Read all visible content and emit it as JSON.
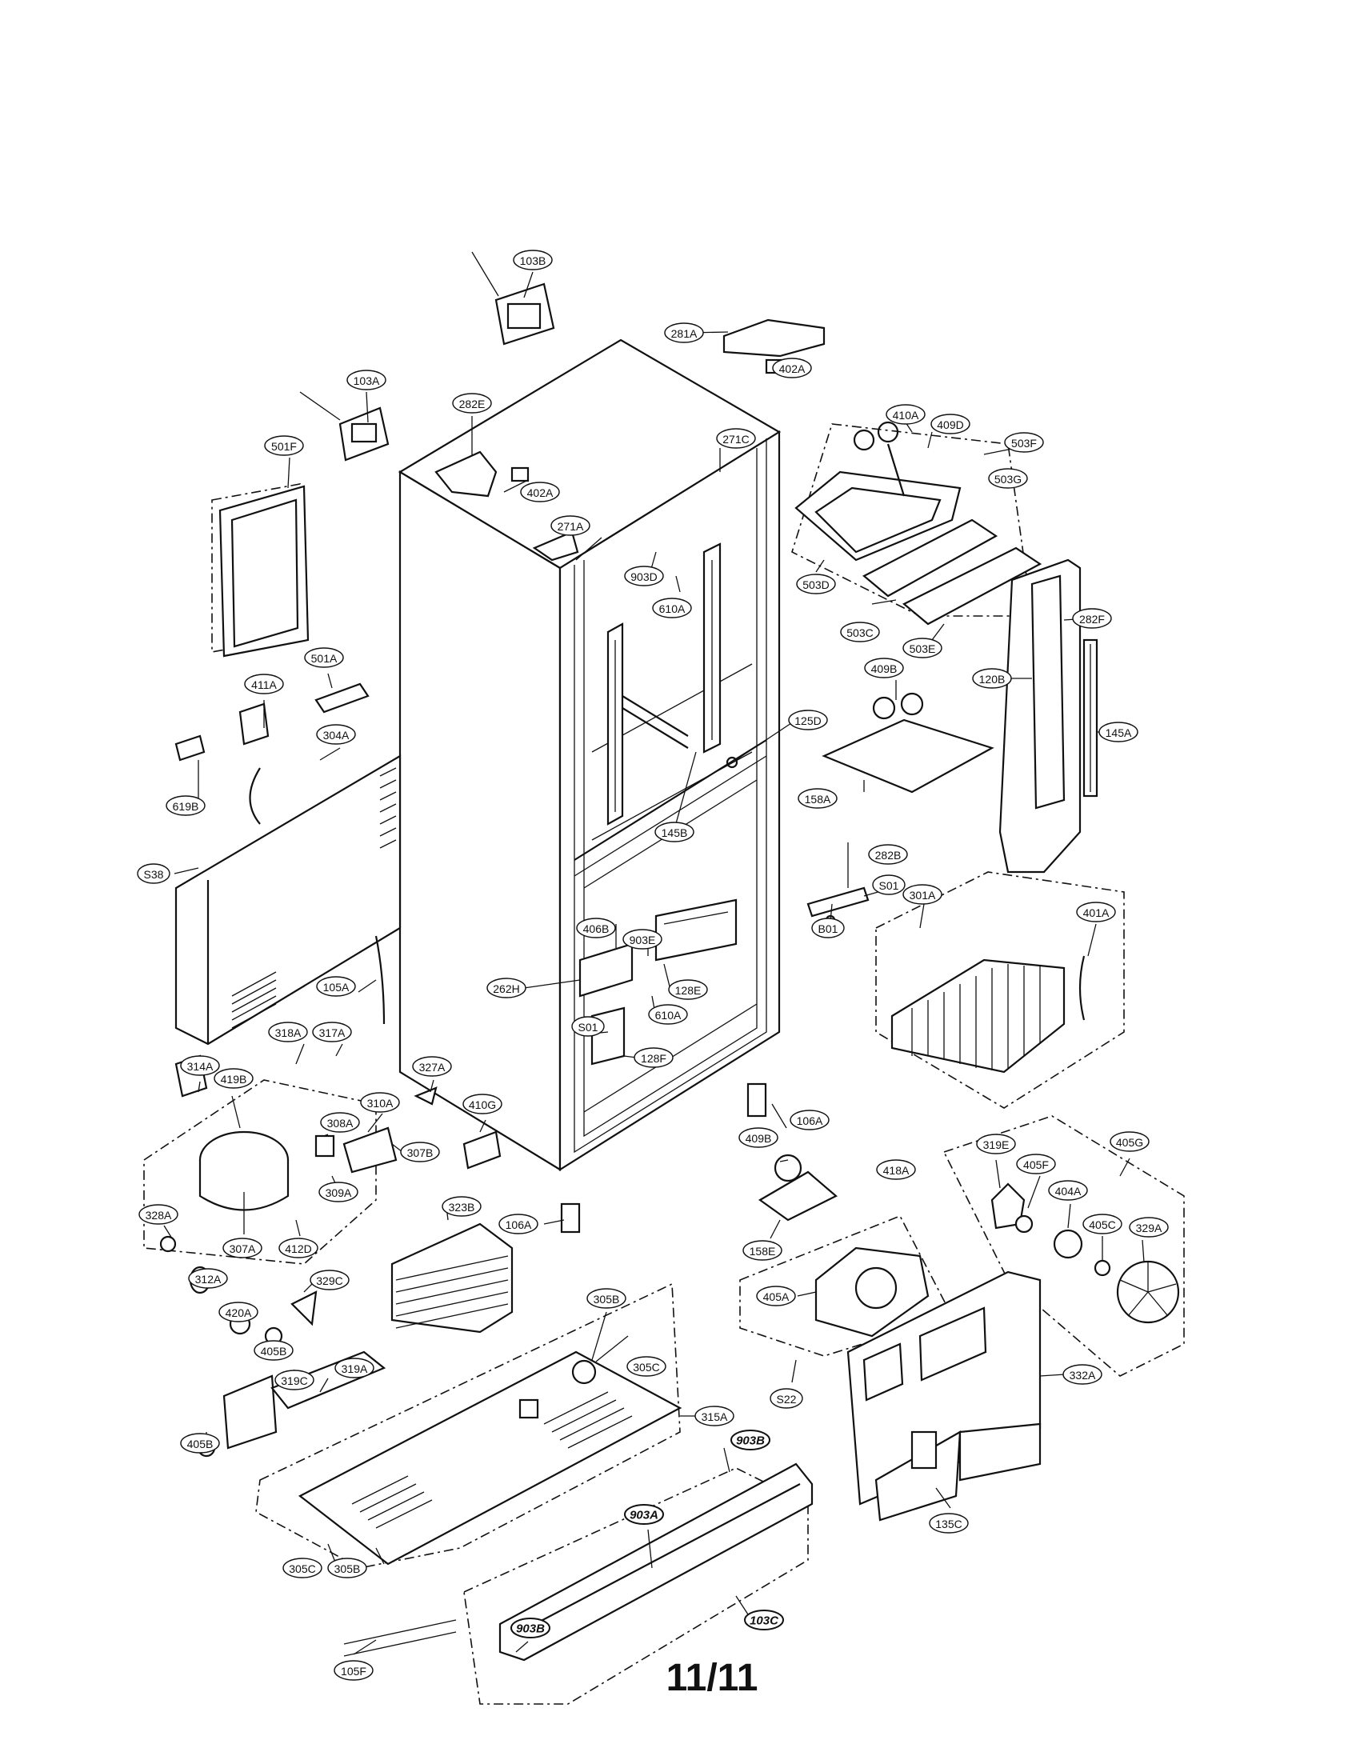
{
  "page_number": "11/11",
  "callouts": [
    {
      "label": "103B",
      "style": "normal"
    },
    {
      "label": "281A",
      "style": "normal"
    },
    {
      "label": "402A",
      "style": "normal"
    },
    {
      "label": "103A",
      "style": "normal"
    },
    {
      "label": "282E",
      "style": "normal"
    },
    {
      "label": "402A",
      "style": "normal"
    },
    {
      "label": "271C",
      "style": "normal"
    },
    {
      "label": "410A",
      "style": "normal"
    },
    {
      "label": "409D",
      "style": "normal"
    },
    {
      "label": "503F",
      "style": "normal"
    },
    {
      "label": "503G",
      "style": "normal"
    },
    {
      "label": "501F",
      "style": "normal"
    },
    {
      "label": "271A",
      "style": "normal"
    },
    {
      "label": "903D",
      "style": "normal"
    },
    {
      "label": "610A",
      "style": "normal"
    },
    {
      "label": "503D",
      "style": "normal"
    },
    {
      "label": "503C",
      "style": "normal"
    },
    {
      "label": "503E",
      "style": "normal"
    },
    {
      "label": "282F",
      "style": "normal"
    },
    {
      "label": "411A",
      "style": "normal"
    },
    {
      "label": "501A",
      "style": "normal"
    },
    {
      "label": "409B",
      "style": "normal"
    },
    {
      "label": "120B",
      "style": "normal"
    },
    {
      "label": "304A",
      "style": "normal"
    },
    {
      "label": "125D",
      "style": "normal"
    },
    {
      "label": "145A",
      "style": "normal"
    },
    {
      "label": "619B",
      "style": "normal"
    },
    {
      "label": "158A",
      "style": "normal"
    },
    {
      "label": "145B",
      "style": "normal"
    },
    {
      "label": "S38",
      "style": "normal"
    },
    {
      "label": "282B",
      "style": "normal"
    },
    {
      "label": "S01",
      "style": "normal"
    },
    {
      "label": "903E",
      "style": "normal"
    },
    {
      "label": "406B",
      "style": "normal"
    },
    {
      "label": "B01",
      "style": "normal"
    },
    {
      "label": "301A",
      "style": "normal"
    },
    {
      "label": "401A",
      "style": "normal"
    },
    {
      "label": "262H",
      "style": "normal"
    },
    {
      "label": "128E",
      "style": "normal"
    },
    {
      "label": "105A",
      "style": "normal"
    },
    {
      "label": "610A",
      "style": "normal"
    },
    {
      "label": "S01",
      "style": "normal"
    },
    {
      "label": "318A",
      "style": "normal"
    },
    {
      "label": "317A",
      "style": "normal"
    },
    {
      "label": "128F",
      "style": "normal"
    },
    {
      "label": "314A",
      "style": "normal"
    },
    {
      "label": "327A",
      "style": "normal"
    },
    {
      "label": "419B",
      "style": "normal"
    },
    {
      "label": "410G",
      "style": "normal"
    },
    {
      "label": "106A",
      "style": "normal"
    },
    {
      "label": "310A",
      "style": "normal"
    },
    {
      "label": "308A",
      "style": "normal"
    },
    {
      "label": "307B",
      "style": "normal"
    },
    {
      "label": "409B",
      "style": "normal"
    },
    {
      "label": "418A",
      "style": "normal"
    },
    {
      "label": "319E",
      "style": "normal"
    },
    {
      "label": "405G",
      "style": "normal"
    },
    {
      "label": "405F",
      "style": "normal"
    },
    {
      "label": "309A",
      "style": "normal"
    },
    {
      "label": "404A",
      "style": "normal"
    },
    {
      "label": "323B",
      "style": "normal"
    },
    {
      "label": "328A",
      "style": "normal"
    },
    {
      "label": "106A",
      "style": "normal"
    },
    {
      "label": "307A",
      "style": "normal"
    },
    {
      "label": "412D",
      "style": "normal"
    },
    {
      "label": "158E",
      "style": "normal"
    },
    {
      "label": "405C",
      "style": "normal"
    },
    {
      "label": "329A",
      "style": "normal"
    },
    {
      "label": "312A",
      "style": "normal"
    },
    {
      "label": "329C",
      "style": "normal"
    },
    {
      "label": "405A",
      "style": "normal"
    },
    {
      "label": "420A",
      "style": "normal"
    },
    {
      "label": "305B",
      "style": "normal"
    },
    {
      "label": "405B",
      "style": "normal"
    },
    {
      "label": "305C",
      "style": "normal"
    },
    {
      "label": "319A",
      "style": "normal"
    },
    {
      "label": "319C",
      "style": "normal"
    },
    {
      "label": "405B",
      "style": "normal"
    },
    {
      "label": "S22",
      "style": "normal"
    },
    {
      "label": "332A",
      "style": "normal"
    },
    {
      "label": "315A",
      "style": "normal"
    },
    {
      "label": "903B",
      "style": "bold"
    },
    {
      "label": "903A",
      "style": "bold"
    },
    {
      "label": "135C",
      "style": "normal"
    },
    {
      "label": "305C",
      "style": "normal"
    },
    {
      "label": "305B",
      "style": "normal"
    },
    {
      "label": "903B",
      "style": "bold"
    },
    {
      "label": "103C",
      "style": "bold"
    },
    {
      "label": "105F",
      "style": "normal"
    }
  ]
}
